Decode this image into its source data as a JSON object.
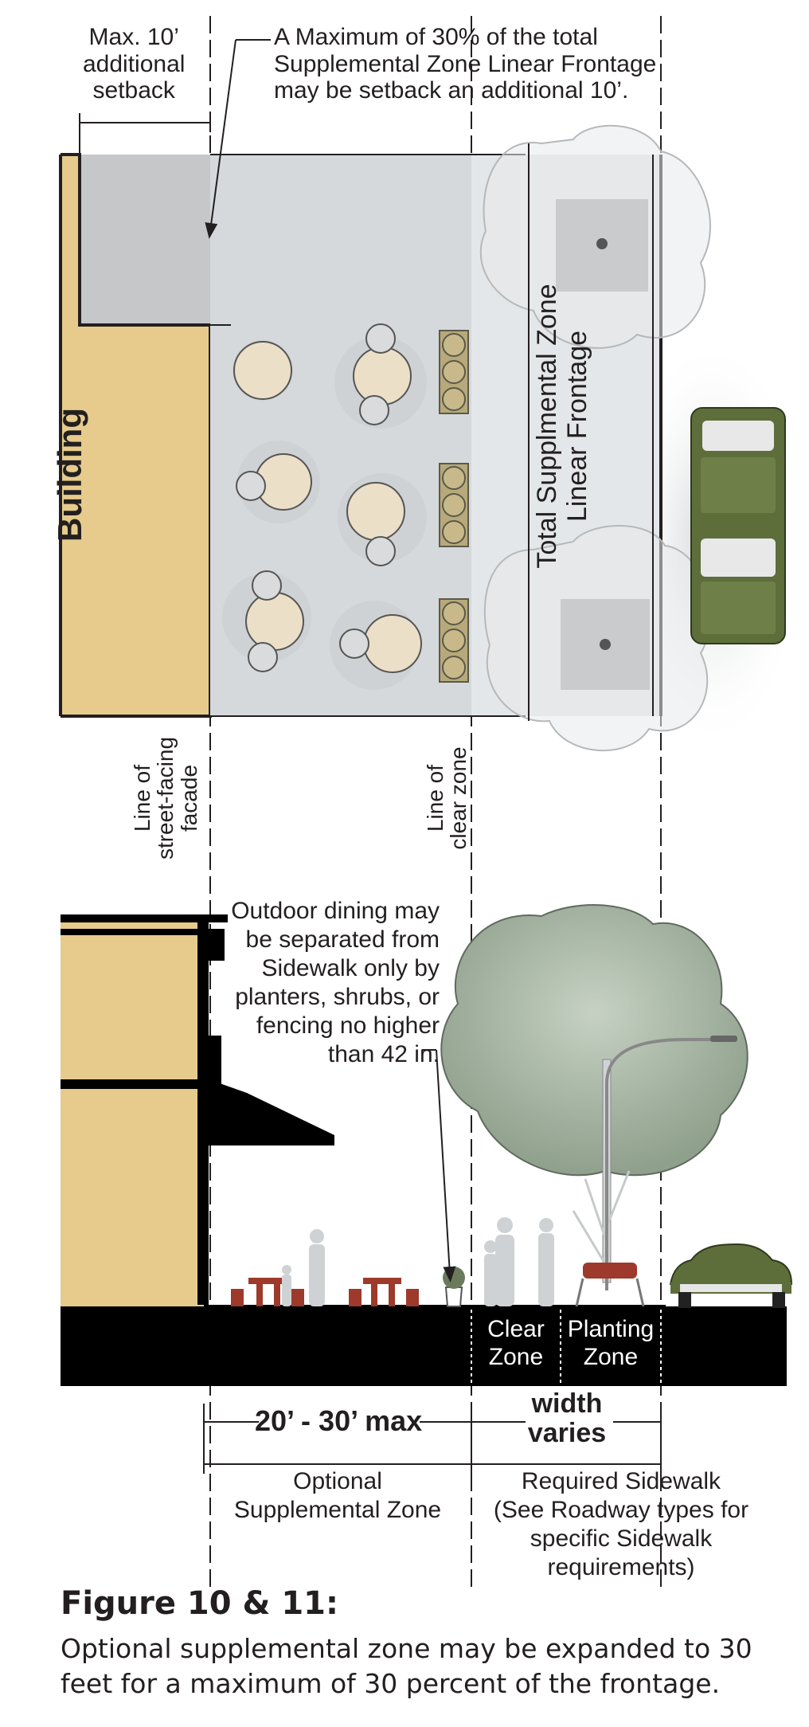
{
  "labels": {
    "max_setback": "Max. 10’\nadditional\nsetback",
    "max_30_note": "A Maximum of 30% of the total\nSupplemental Zone Linear Frontage\nmay be setback an additional 10’.",
    "building": "Building",
    "total_frontage": "Total Supplmental Zone\nLinear Frontage",
    "line_facade": "Line of\nstreet-facing\nfacade",
    "line_clear_zone": "Line of\nclear zone",
    "outdoor_dining_note": "Outdoor dining may\nbe separated from\nSidewalk only by\nplanters, shrubs, or\nfencing no higher\nthan 42 in.",
    "clear_zone": "Clear\nZone",
    "planting_zone": "Planting\nZone",
    "dim_supplemental": "20’ - 30’ max",
    "dim_sidewalk": "width\nvaries",
    "optional_zone": "Optional\nSupplemental Zone",
    "required_sidewalk": "Required Sidewalk\n(See Roadway types for\nspecific Sidewalk requirements)"
  },
  "caption": {
    "title": "Figure 10 & 11:",
    "body": "Optional supplemental zone may be expanded to 30 feet for a maximum of 30 percent of the frontage."
  },
  "colors": {
    "building": "#e6cb8c",
    "plaza": "#d5d9dc",
    "setback": "#c5c7c9",
    "ground": "#000000",
    "tree": "#a7b5a5",
    "car": "#5d6e3a",
    "table": "#ecdfc8",
    "bench": "#9d3a2b"
  }
}
